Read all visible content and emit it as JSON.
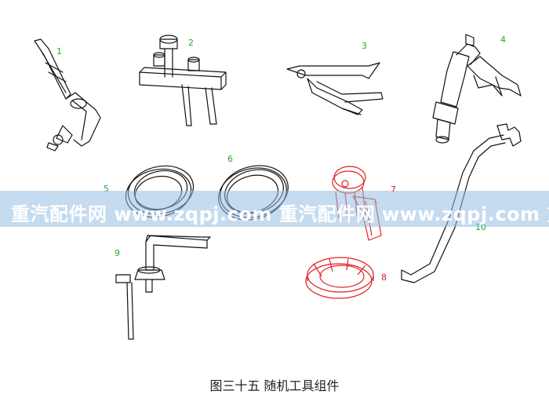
{
  "colors": {
    "label_green": "#22aa22",
    "label_red": "#dd2222",
    "line": "#111111",
    "highlight": "#e02020",
    "banner": "#8fbde0"
  },
  "labels": [
    "1",
    "2",
    "3",
    "4",
    "5",
    "6",
    "7",
    "8",
    "9",
    "10"
  ],
  "watermark": "重汽配件网 www.zqpj.com 重汽配件网 www.zqpj.com 重",
  "caption": "图三十五    随机工具组件"
}
